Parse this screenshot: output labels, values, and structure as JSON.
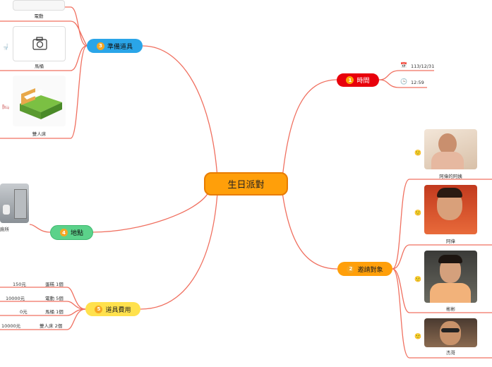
{
  "center": {
    "label": "生日派對"
  },
  "colors": {
    "line": "#f07060",
    "time": "#e8000b",
    "invite": "#ff9f0a",
    "prep": "#2aa5e8",
    "place": "#5bd28a",
    "cost": "#ffe14d",
    "center": "#ff9f0a"
  },
  "time": {
    "num": "1",
    "label": "時間",
    "date_icon": "calendar-icon",
    "date": "113/12/31",
    "clock_icon": "clock-icon",
    "time": "12:59"
  },
  "invite": {
    "num": "2",
    "label": "邀請對象",
    "people": [
      {
        "name": "阿偉的阿姨",
        "icon": "face-icon"
      },
      {
        "name": "阿偉",
        "icon": "face-icon"
      },
      {
        "name": "彬彬",
        "icon": "face-icon"
      },
      {
        "name": "杰哥",
        "icon": "face-icon"
      }
    ]
  },
  "prep": {
    "num": "3",
    "label": "準備道具",
    "items": [
      {
        "name": "電動",
        "icon": "gamepad-icon"
      },
      {
        "name": "馬桶",
        "icon": "toilet-icon"
      },
      {
        "name": "雙人床",
        "icon": "bed-icon"
      }
    ]
  },
  "place": {
    "num": "4",
    "label": "地點",
    "item": "廁所"
  },
  "cost": {
    "num": "5",
    "label": "道具費用",
    "rows": [
      {
        "price": "150元",
        "item": "蛋糕 1個"
      },
      {
        "price": "10000元",
        "item": "電動 5個"
      },
      {
        "price": "0元",
        "item": "馬桶 1個"
      },
      {
        "price": "10000元",
        "item": "雙人床 2個"
      }
    ]
  }
}
